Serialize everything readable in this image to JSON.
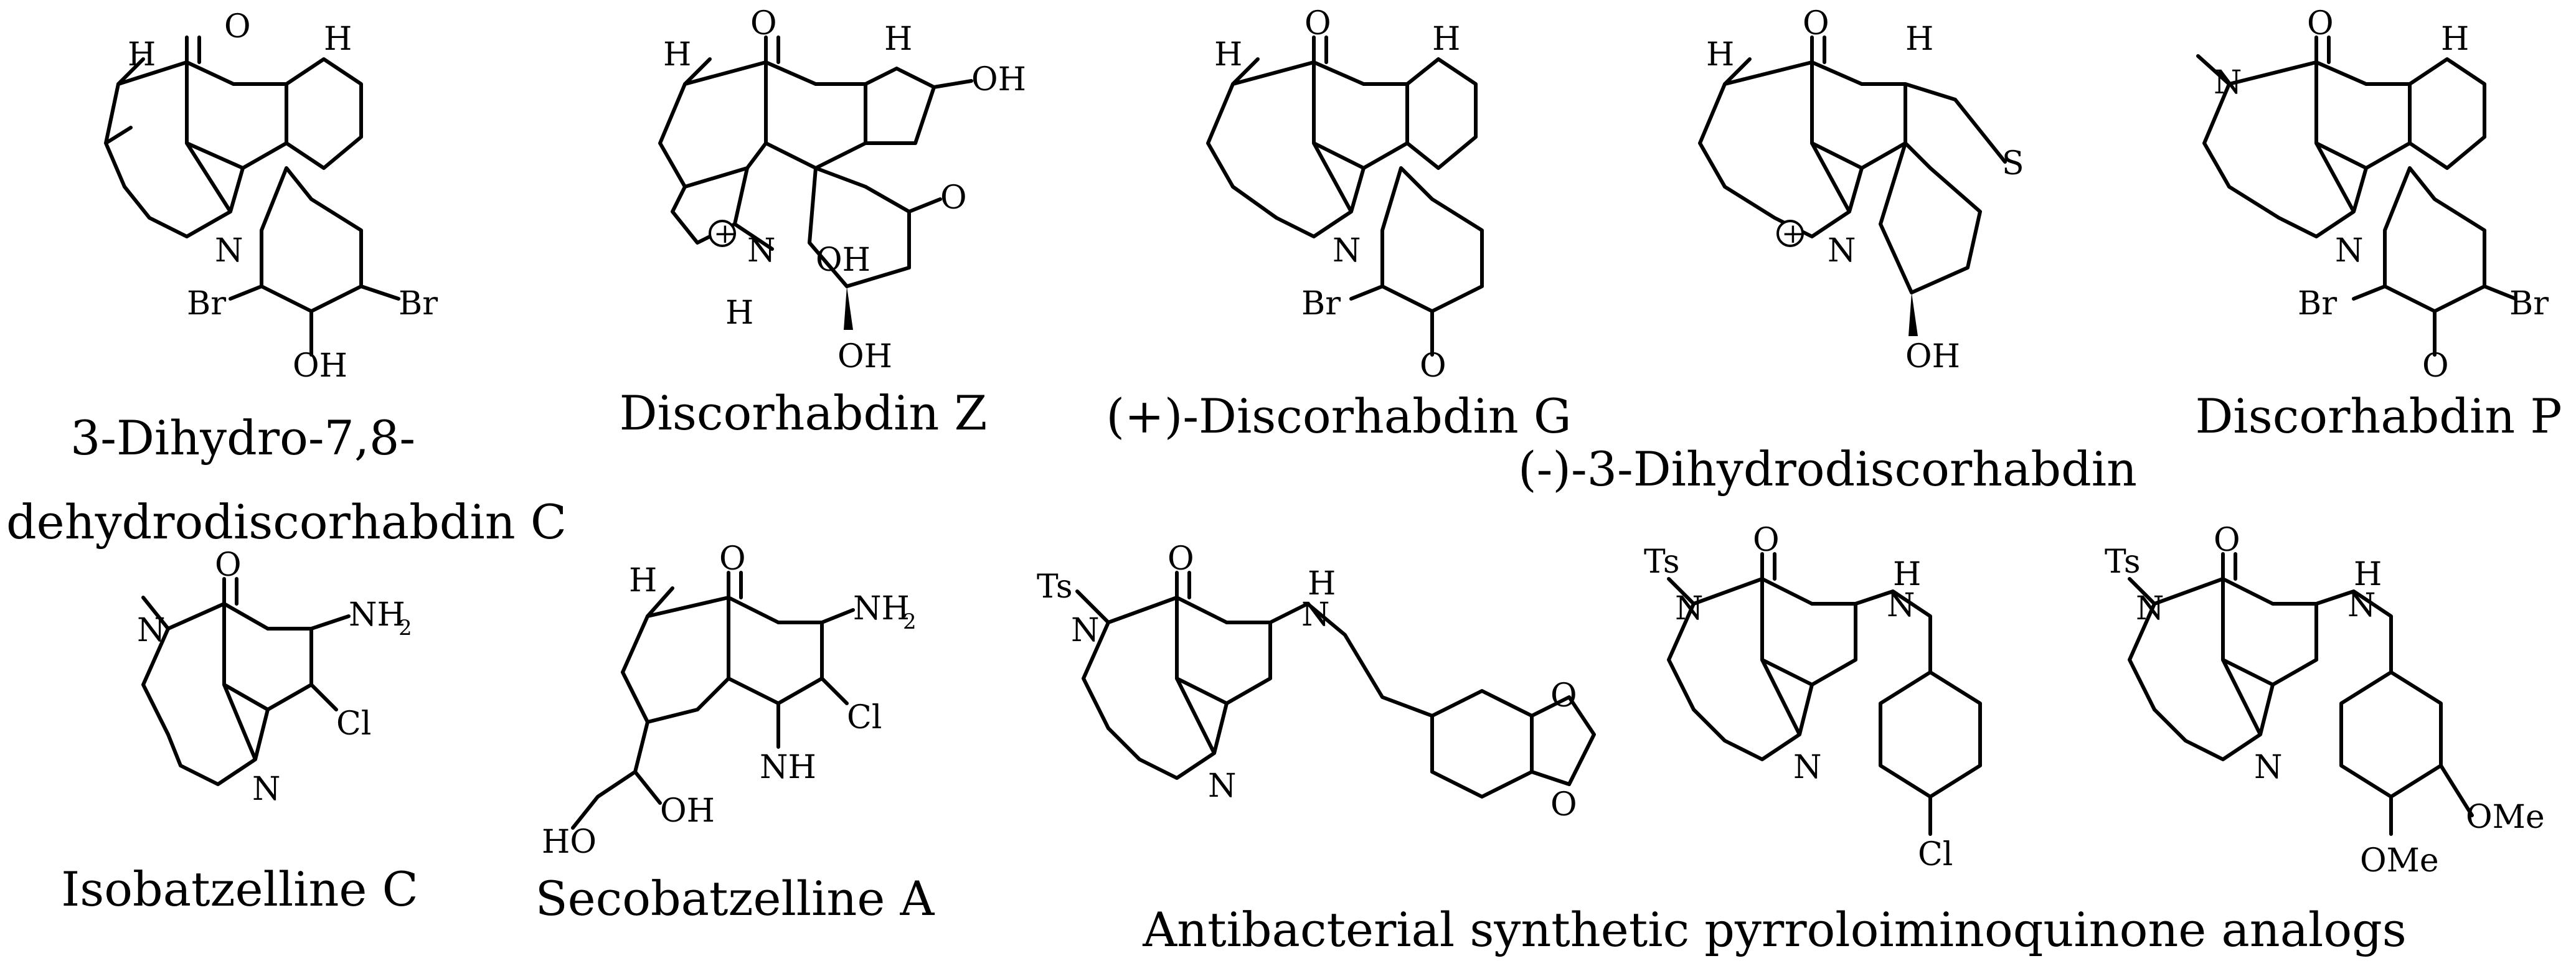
{
  "figure": {
    "compounds": [
      {
        "id": "c1",
        "caption_lines": [
          "3-Dihydro-7,8-",
          "dehydrodiscorhabdin C"
        ]
      },
      {
        "id": "c2",
        "caption_lines": [
          "Discorhabdin Z"
        ]
      },
      {
        "id": "c3",
        "caption_lines": [
          "(+)-Discorhabdin G"
        ]
      },
      {
        "id": "c4",
        "caption_lines": [
          "(-)-3-Dihydrodiscorhabdin"
        ]
      },
      {
        "id": "c5",
        "caption_lines": [
          "Discorhabdin P"
        ]
      },
      {
        "id": "c6",
        "caption_lines": [
          "Isobatzelline C"
        ]
      },
      {
        "id": "c7",
        "caption_lines": [
          "Secobatzelline A"
        ]
      },
      {
        "id": "c8",
        "caption_lines": [
          "Antibacterial synthetic pyrroloiminoquinone analogs"
        ]
      }
    ],
    "atom_labels": {
      "O": "O",
      "H": "H",
      "N": "N",
      "NH": "NH",
      "OH": "OH",
      "HO": "HO",
      "Br": "Br",
      "Cl": "Cl",
      "S": "S",
      "Ts": "Ts",
      "NH2": "NH",
      "sub2": "2",
      "OMe": "OMe",
      "plus": "+"
    }
  }
}
